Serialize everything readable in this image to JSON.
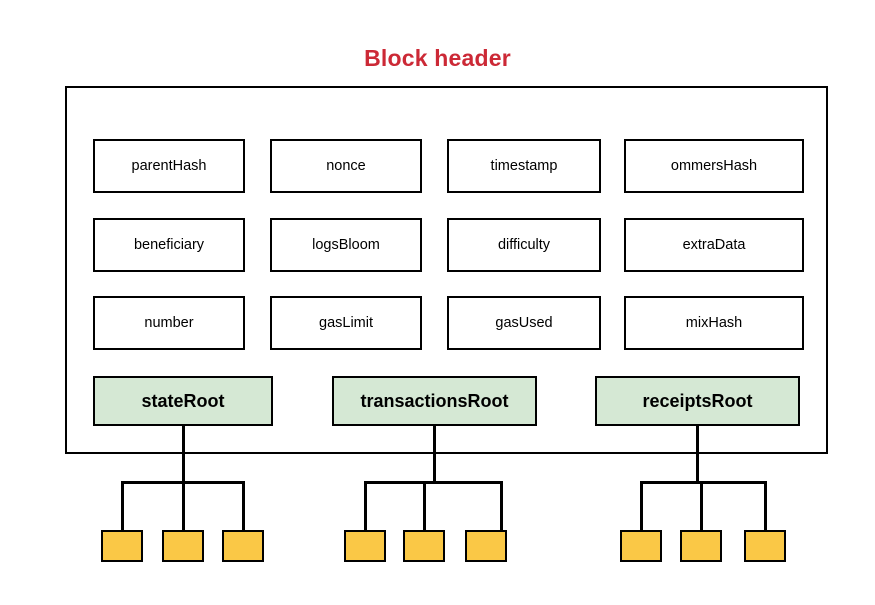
{
  "diagram": {
    "title": "Block header",
    "title_color": "#cc2936",
    "container_border_color": "#000000",
    "field_fill": "#ffffff",
    "root_fill": "#d5e8d4",
    "leaf_fill": "#fac846"
  },
  "fields": {
    "rows": [
      [
        {
          "label": "parentHash"
        },
        {
          "label": "nonce"
        },
        {
          "label": "timestamp"
        },
        {
          "label": "ommersHash"
        }
      ],
      [
        {
          "label": "beneficiary"
        },
        {
          "label": "logsBloom"
        },
        {
          "label": "difficulty"
        },
        {
          "label": "extraData"
        }
      ],
      [
        {
          "label": "number"
        },
        {
          "label": "gasLimit"
        },
        {
          "label": "gasUsed"
        },
        {
          "label": "mixHash"
        }
      ]
    ]
  },
  "roots": [
    {
      "label": "stateRoot",
      "leaf_count": 3
    },
    {
      "label": "transactionsRoot",
      "leaf_count": 3
    },
    {
      "label": "receiptsRoot",
      "leaf_count": 3
    }
  ]
}
